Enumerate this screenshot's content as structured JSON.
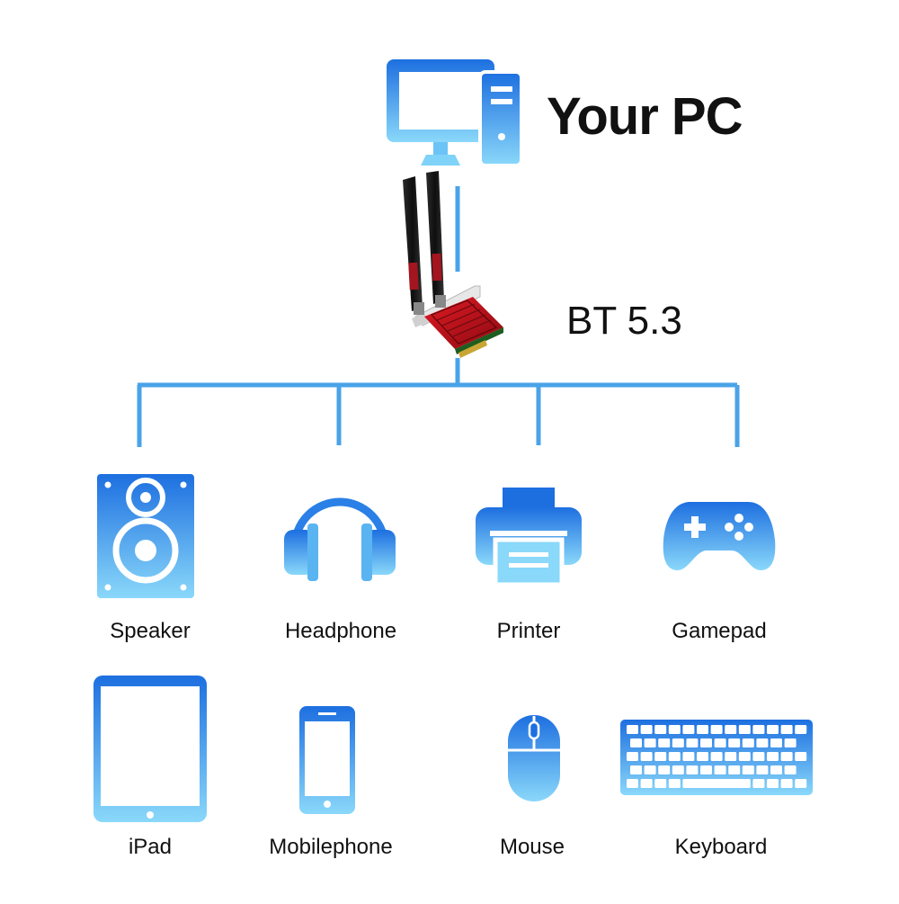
{
  "hub": {
    "title": "Your PC",
    "adapter_label": "BT 5.3"
  },
  "colors": {
    "line": "#4aa3e8",
    "icon_top": "#1d6fe0",
    "icon_bottom": "#8ad8fa",
    "antenna": "#1b1b1b",
    "board": "#c6101e"
  },
  "devices": [
    {
      "label": "Speaker",
      "icon": "speaker-icon"
    },
    {
      "label": "Headphone",
      "icon": "headphone-icon"
    },
    {
      "label": "Printer",
      "icon": "printer-icon"
    },
    {
      "label": "Gamepad",
      "icon": "gamepad-icon"
    },
    {
      "label": "iPad",
      "icon": "ipad-icon"
    },
    {
      "label": "Mobilephone",
      "icon": "mobilephone-icon"
    },
    {
      "label": "Mouse",
      "icon": "mouse-icon"
    },
    {
      "label": "Keyboard",
      "icon": "keyboard-icon"
    }
  ]
}
